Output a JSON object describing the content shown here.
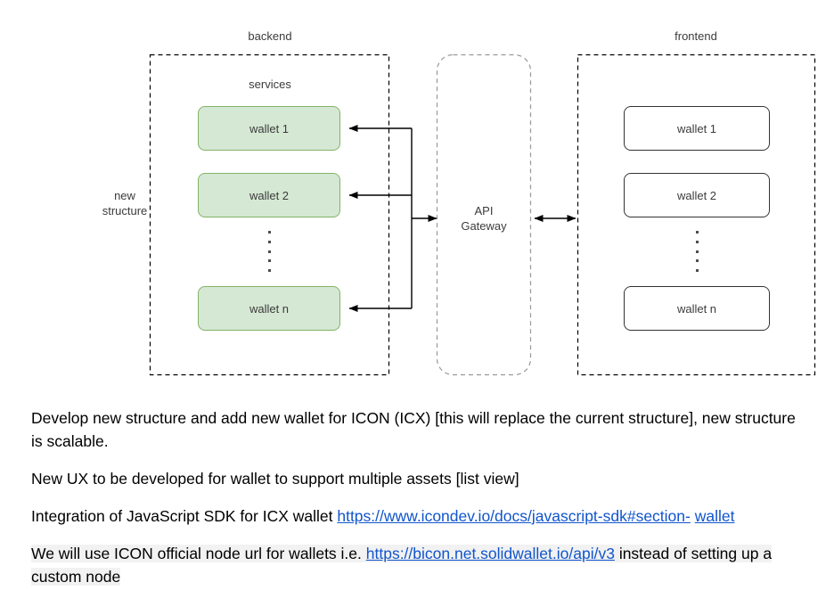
{
  "diagram": {
    "side_label": "new\nstructure",
    "side_label_lines": [
      "new",
      "structure"
    ],
    "zones": [
      {
        "key": "backend",
        "label": "backend"
      },
      {
        "key": "frontend",
        "label": "frontend"
      }
    ],
    "services_label": "services",
    "gateway": {
      "label": "API Gateway",
      "line1": "API",
      "line2": "Gateway"
    },
    "backend_nodes": [
      {
        "label": "wallet 1"
      },
      {
        "label": "wallet 2"
      },
      {
        "label": "wallet n"
      }
    ],
    "frontend_nodes": [
      {
        "label": "wallet 1"
      },
      {
        "label": "wallet 2"
      },
      {
        "label": "wallet n"
      }
    ],
    "ellipsis_dots": 5,
    "colors": {
      "service_fill": "#d5e8d4",
      "service_stroke": "#82b366",
      "client_fill": "#ffffff",
      "client_stroke": "#333333",
      "zone_stroke": "#000000",
      "gateway_stroke": "#999999",
      "connector": "#000000",
      "label_text": "#3b3b3b"
    }
  },
  "notes": [
    {
      "id": "note-develop-structure",
      "segments": [
        {
          "type": "text",
          "value": "Develop new structure and add new wallet for ICON (ICX) [this will replace the current structure], new structure is scalable."
        }
      ]
    },
    {
      "id": "note-new-ux",
      "segments": [
        {
          "type": "text",
          "value": "New UX to be developed for wallet to support multiple assets [list view]"
        }
      ]
    },
    {
      "id": "note-js-sdk",
      "segments": [
        {
          "type": "text",
          "value": "Integration of JavaScript SDK for ICX wallet "
        },
        {
          "type": "link",
          "value": "https://www.icondev.io/docs/javascript-sdk#section-"
        },
        {
          "type": "text",
          "value": " "
        },
        {
          "type": "link",
          "value": "wallet"
        }
      ]
    },
    {
      "id": "note-node-url",
      "segments": [
        {
          "type": "text",
          "value": "We will use ICON official node url for wallets i.e. "
        },
        {
          "type": "link",
          "value": "https://bicon.net.solidwallet.io/api/v3"
        },
        {
          "type": "text",
          "value": " instead of setting up a custom node"
        }
      ]
    }
  ]
}
